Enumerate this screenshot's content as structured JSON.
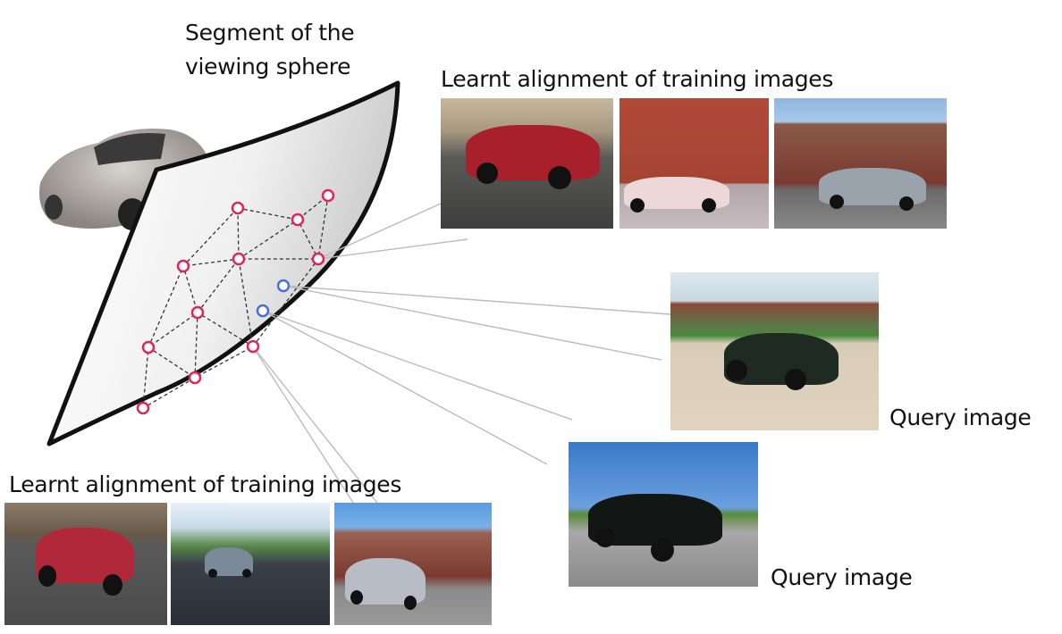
{
  "labels": {
    "sphere_line1": "Segment of the",
    "sphere_line2": "viewing sphere",
    "top_training": "Learnt alignment of training images",
    "bottom_training": "Learnt alignment of training images",
    "query1": "Query image",
    "query2": "Query image"
  },
  "colors": {
    "training_node": "#e0245e",
    "query_node": "#4a6fd0",
    "connector": "#bbbbbb"
  }
}
